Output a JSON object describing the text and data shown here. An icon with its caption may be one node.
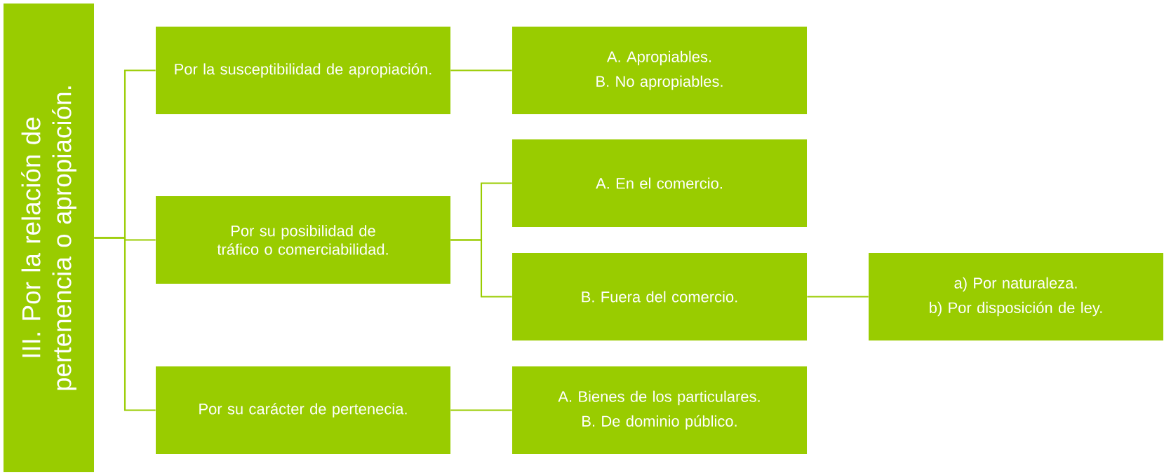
{
  "diagram": {
    "nodes": [
      {
        "text": [
          "III. Por la relación de pertenencia o apropiación."
        ]
      },
      {
        "text": [
          "Por la susceptibilidad de apropiación."
        ]
      },
      {
        "text": [
          "A. Apropiables.",
          "B. No apropiables."
        ]
      },
      {
        "text": [
          "Por su posibilidad de tráfico o comerciabilidad."
        ]
      },
      {
        "text": [
          "A. En el comercio."
        ]
      },
      {
        "text": [
          "B. Fuera del comercio."
        ]
      },
      {
        "text": [
          "a) Por naturaleza.",
          "b) Por disposición de ley."
        ]
      },
      {
        "text": [
          "Por su carácter de pertenecia."
        ]
      },
      {
        "text": [
          "A. Bienes de los particulares.",
          "B. De dominio público."
        ]
      }
    ],
    "edges": [
      {
        "from": 0,
        "to": 1,
        "arrow": "none"
      },
      {
        "from": 0,
        "to": 3,
        "arrow": "none"
      },
      {
        "from": 0,
        "to": 7,
        "arrow": "none"
      },
      {
        "from": 1,
        "to": 2,
        "arrow": "none"
      },
      {
        "from": 3,
        "to": 4,
        "arrow": "none"
      },
      {
        "from": 3,
        "to": 5,
        "arrow": "none"
      },
      {
        "from": 5,
        "to": 6,
        "arrow": "none"
      },
      {
        "from": 7,
        "to": 8,
        "arrow": "none"
      }
    ]
  }
}
